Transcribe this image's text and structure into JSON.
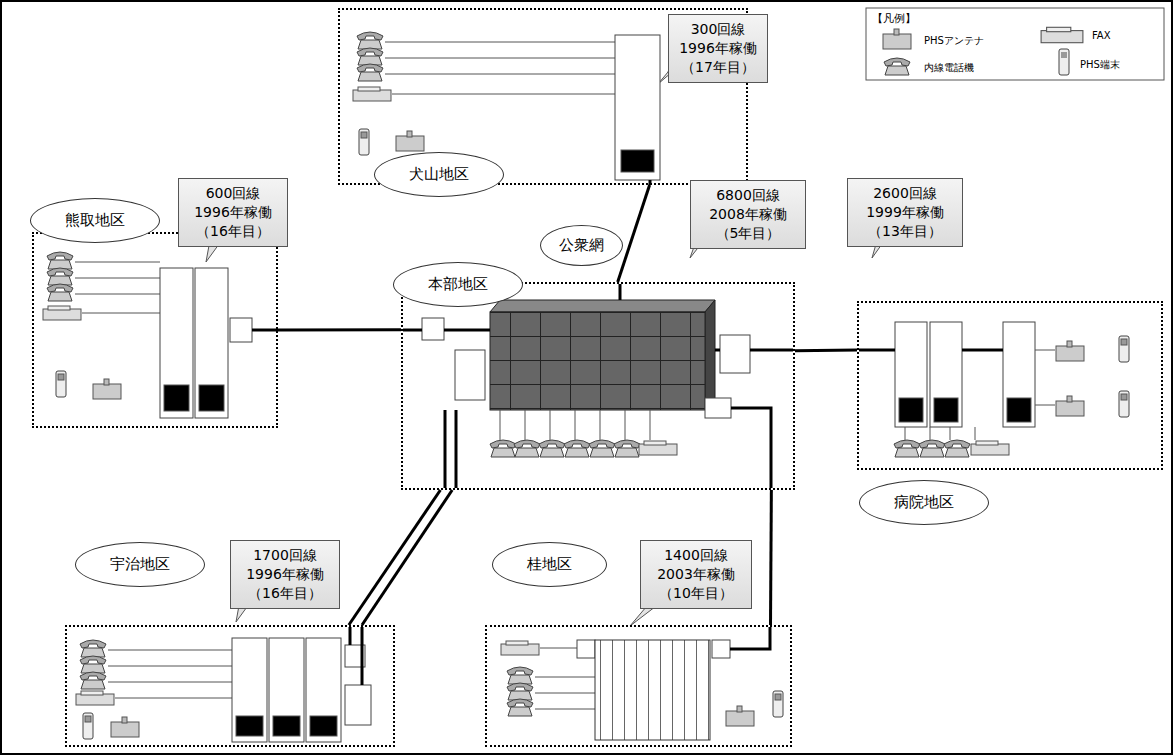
{
  "diagram": {
    "nodes": [
      {
        "text": [
          "犬山地区"
        ]
      },
      {
        "text": [
          "300回線 1996年稼働 （17年目）"
        ]
      },
      {
        "text": [
          "熊取地区"
        ]
      },
      {
        "text": [
          "600回線 1996年稼働 （16年目）"
        ]
      },
      {
        "text": [
          "本部地区"
        ]
      },
      {
        "text": [
          "公衆網"
        ]
      },
      {
        "text": [
          "6800回線 2008年稼働 （5年目）"
        ]
      },
      {
        "text": [
          "病院地区"
        ]
      },
      {
        "text": [
          "2600回線 1999年稼働 （13年目）"
        ]
      },
      {
        "text": [
          "宇治地区"
        ]
      },
      {
        "text": [
          "1700回線 1996年稼働 （16年目）"
        ]
      },
      {
        "text": [
          "桂地区"
        ]
      },
      {
        "text": [
          "1400回線 2003年稼働 （10年目）"
        ]
      }
    ],
    "edges": [
      {
        "from": 4,
        "to": 2,
        "arrow": "none"
      },
      {
        "from": 4,
        "to": 0,
        "arrow": "none"
      },
      {
        "from": 4,
        "to": 7,
        "arrow": "none"
      },
      {
        "from": 4,
        "to": 9,
        "arrow": "none"
      },
      {
        "from": 4,
        "to": 9,
        "arrow": "none"
      },
      {
        "from": 4,
        "to": 11,
        "arrow": "none"
      }
    ],
    "labels": [
      "【凡例】"
    ],
    "legend": [
      {
        "text": "PHSアンテナ"
      },
      {
        "text": "FAX"
      },
      {
        "text": "内線電話機"
      },
      {
        "text": "PHS端末"
      }
    ]
  }
}
